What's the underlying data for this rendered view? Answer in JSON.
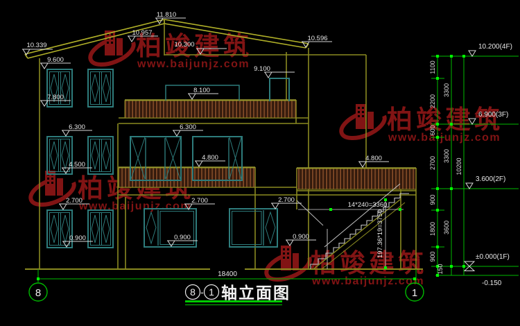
{
  "watermark": {
    "brand": "柏竣建筑",
    "url": "www.baijunjz.com"
  },
  "title": {
    "axis_left": "8",
    "separator": "-",
    "axis_right": "1",
    "text": "轴立面图"
  },
  "axes": {
    "left_bubble": "8",
    "right_bubble": "1"
  },
  "total_width": "18400",
  "marks": {
    "peak": "11.810",
    "left_upper": "10.957",
    "left_eave": "10.339",
    "flat_roof": "10.300",
    "right_eave": "10.596",
    "w3_top": "9.600",
    "stair_bulkhead": "9.100",
    "balcony3": "8.100",
    "w3_sill": "7.800",
    "w2_top_left": "6.300",
    "w2_top_mid": "6.300",
    "balcony2_mid": "4.800",
    "balcony2_right": "4.800",
    "w2_sill": "4.500",
    "w1_top_left": "2.700",
    "w1_top_mid": "2.700",
    "w1_top_right": "2.700",
    "w1_sill_left": "0.900",
    "w1_sill_mid": "0.900",
    "w1_sill_right": "0.900"
  },
  "levels": {
    "f4": "10.200(4F)",
    "f3": "6.900(3F)",
    "f2": "3.600(2F)",
    "f1": "±0.000(1F)",
    "ground": "-0.150"
  },
  "vdims": {
    "s1": "1100",
    "s2": "2200",
    "s3": "600",
    "s4": "2700",
    "s5": "900",
    "s6": "1800",
    "s7": "900",
    "s8": "150",
    "t1": "3300",
    "t2": "3300",
    "t3": "3600",
    "total": "10200"
  },
  "stair": {
    "run": "14*240=3360",
    "rise": "197.36*19=3750"
  }
}
